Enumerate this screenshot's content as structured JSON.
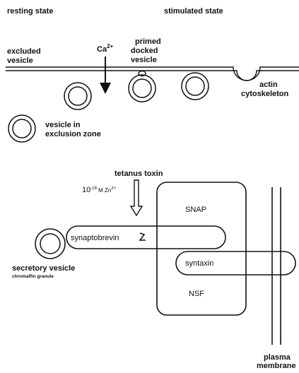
{
  "top_diagram": {
    "header_left": "resting state",
    "header_right": "stimulated state",
    "excluded_vesicle_line1": "excluded",
    "excluded_vesicle_line2": "vesicle",
    "calcium": "Ca",
    "calcium_charge": "2+",
    "primed_line1": "primed",
    "primed_line2": "docked",
    "primed_line3": "vesicle",
    "actin_line1": "actin",
    "actin_line2": "cytoskeleton",
    "exclusion_line1": "vesicle in",
    "exclusion_line2": "exclusion zone"
  },
  "bottom_diagram": {
    "toxin_label": "tetanus toxin",
    "zinc_label": "10",
    "zinc_exponent": "-18",
    "zinc_unit": " M Zn",
    "zinc_charge": "2+",
    "snap_label": "SNAP",
    "synaptobrevin_label": "synaptobrevin",
    "syntaxin_label": "syntaxin",
    "nsf_label": "NSF",
    "secretory_line1": "secretory vesicle",
    "secretory_line2": "chromaffin granule",
    "membrane_line1": "plasma",
    "membrane_line2": "membrane"
  }
}
